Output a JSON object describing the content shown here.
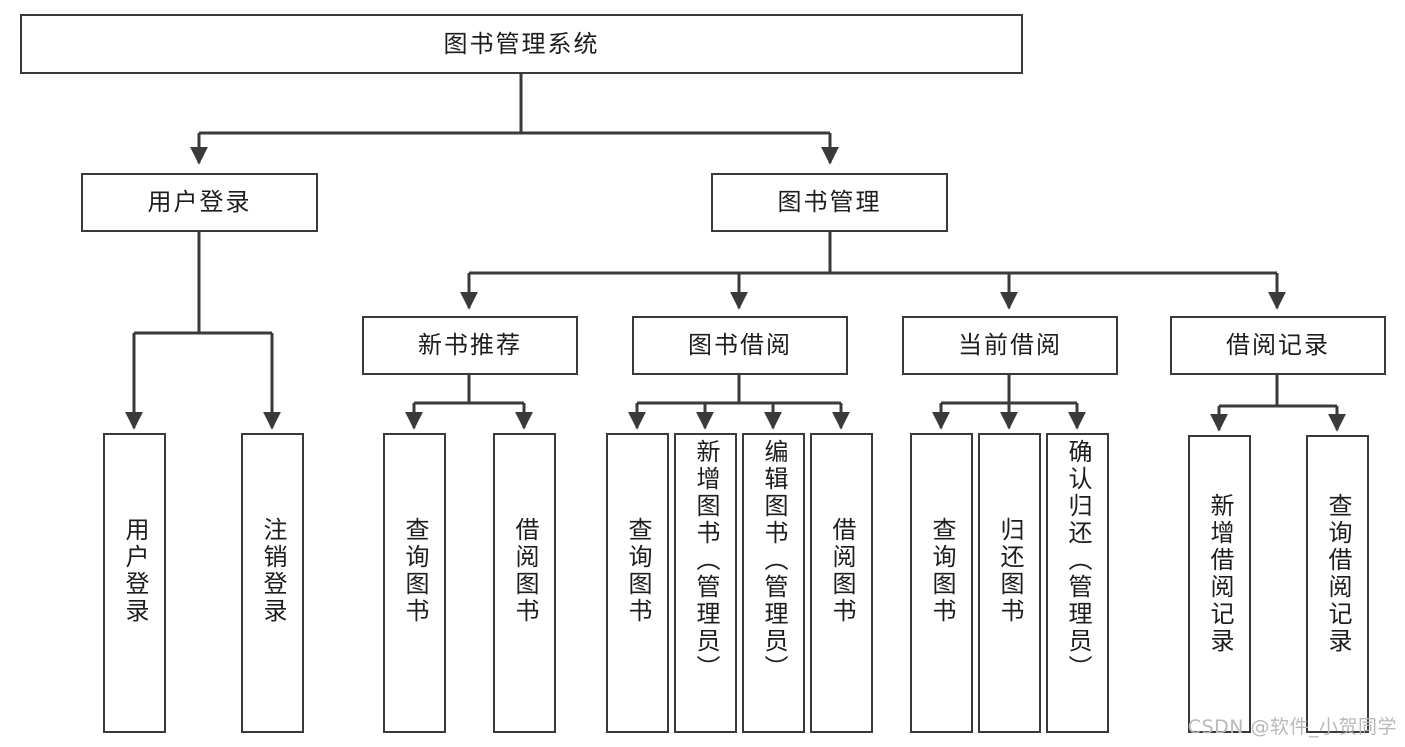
{
  "diagram": {
    "type": "tree",
    "title": "图书管理系统",
    "watermark": "CSDN @软件_小贺同学",
    "nodes": {
      "root": {
        "label": "图书管理系统"
      },
      "level2": [
        {
          "id": "user-login",
          "label": "用户登录"
        },
        {
          "id": "book-manage",
          "label": "图书管理"
        }
      ],
      "level3": [
        {
          "id": "new-book-recommend",
          "label": "新书推荐"
        },
        {
          "id": "book-borrow",
          "label": "图书借阅"
        },
        {
          "id": "current-borrow",
          "label": "当前借阅"
        },
        {
          "id": "borrow-record",
          "label": "借阅记录"
        }
      ],
      "leaves": {
        "user_login": [
          {
            "id": "leaf-user-login",
            "label": "用户登录"
          },
          {
            "id": "leaf-logout-login",
            "label": "注销登录"
          }
        ],
        "new_book_recommend": [
          {
            "id": "leaf-query-book-1",
            "label": "查询图书"
          },
          {
            "id": "leaf-borrow-book-1",
            "label": "借阅图书"
          }
        ],
        "book_borrow": [
          {
            "id": "leaf-query-book-2",
            "label": "查询图书"
          },
          {
            "id": "leaf-add-book",
            "label": "新增图书（管理员）"
          },
          {
            "id": "leaf-edit-book",
            "label": "编辑图书（管理员）"
          },
          {
            "id": "leaf-borrow-book-2",
            "label": "借阅图书"
          }
        ],
        "current_borrow": [
          {
            "id": "leaf-query-book-3",
            "label": "查询图书"
          },
          {
            "id": "leaf-return-book",
            "label": "归还图书"
          },
          {
            "id": "leaf-confirm-return",
            "label": "确认归还（管理员）"
          }
        ],
        "borrow_record": [
          {
            "id": "leaf-add-record",
            "label": "新增借阅记录"
          },
          {
            "id": "leaf-query-record",
            "label": "查询借阅记录"
          }
        ]
      }
    },
    "colors": {
      "stroke": "#3a3a3a",
      "fill": "#ffffff",
      "text": "#1d1d1d",
      "watermark": "#b9b9b9"
    }
  }
}
